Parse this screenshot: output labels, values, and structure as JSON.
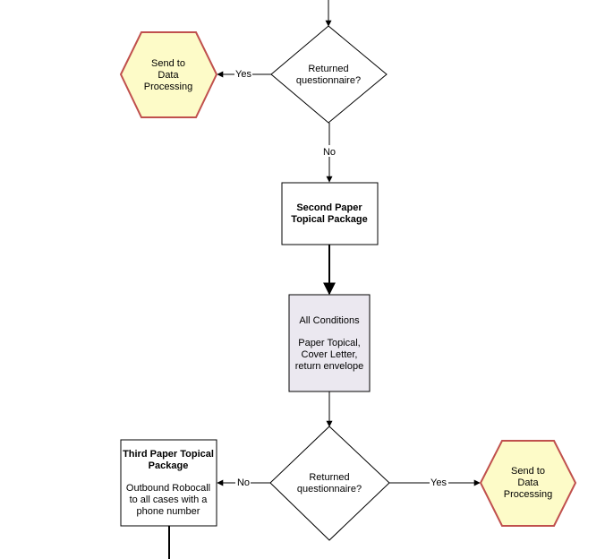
{
  "colors": {
    "line": "#000000",
    "hexagon_fill": "#fdfbc8",
    "hexagon_stroke": "#c0504d",
    "conditions_fill": "#ebe8f0",
    "box_fill": "#ffffff"
  },
  "nodes": {
    "top_hexagon": {
      "lines": [
        "Send to",
        "Data",
        "Processing"
      ]
    },
    "top_decision": {
      "lines": [
        "Returned",
        "questionnaire?"
      ]
    },
    "second_package": {
      "lines": [
        "Second Paper",
        "Topical Package"
      ]
    },
    "conditions": {
      "lines": [
        "All Conditions",
        "",
        "Paper Topical,",
        "Cover Letter,",
        "return envelope"
      ]
    },
    "bottom_decision": {
      "lines": [
        "Returned",
        "questionnaire?"
      ]
    },
    "third_package": {
      "title_lines": [
        "Third Paper Topical",
        "Package"
      ],
      "body_lines": [
        "Outbound Robocall",
        "to all cases with a",
        "phone number"
      ]
    },
    "bottom_hexagon": {
      "lines": [
        "Send to",
        "Data",
        "Processing"
      ]
    }
  },
  "edges": {
    "top_yes": "Yes",
    "top_no": "No",
    "bottom_no": "No",
    "bottom_yes": "Yes"
  }
}
